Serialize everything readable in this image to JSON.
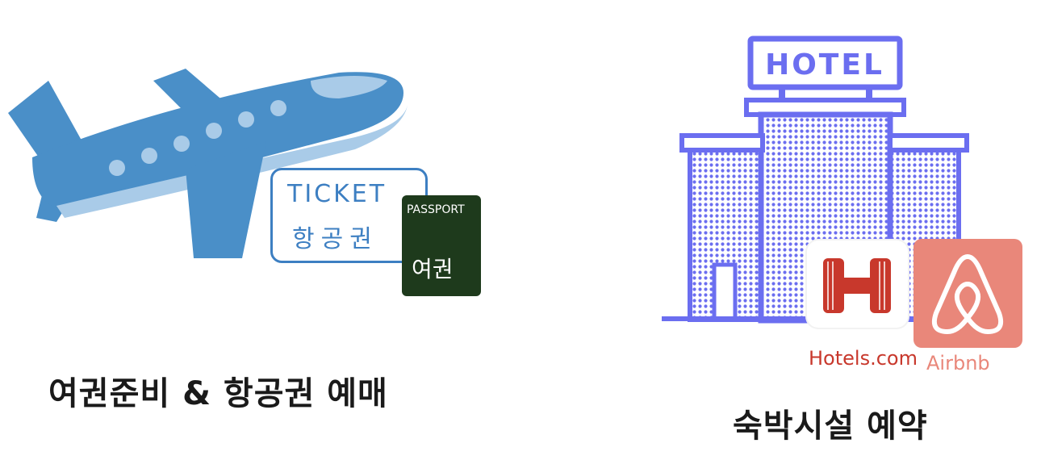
{
  "left_panel": {
    "ticket_title": "TICKET",
    "ticket_subtitle": "항공권",
    "passport_title": "PASSPORT",
    "passport_subtitle": "여권",
    "caption": "여권준비 & 항공권 예매"
  },
  "right_panel": {
    "hotel_sign": "HOTEL",
    "hotels_com_label": "Hotels.com",
    "airbnb_label": "Airbnb",
    "caption": "숙박시설 예약"
  },
  "colors": {
    "plane_blue": "#4a8fc8",
    "plane_light": "#a9cbe8",
    "ticket_blue": "#3d7fc2",
    "passport_green": "#1e3a1c",
    "hotel_purple": "#6b6ef0",
    "hotels_red": "#c8382c",
    "airbnb_salmon": "#e9877a"
  }
}
